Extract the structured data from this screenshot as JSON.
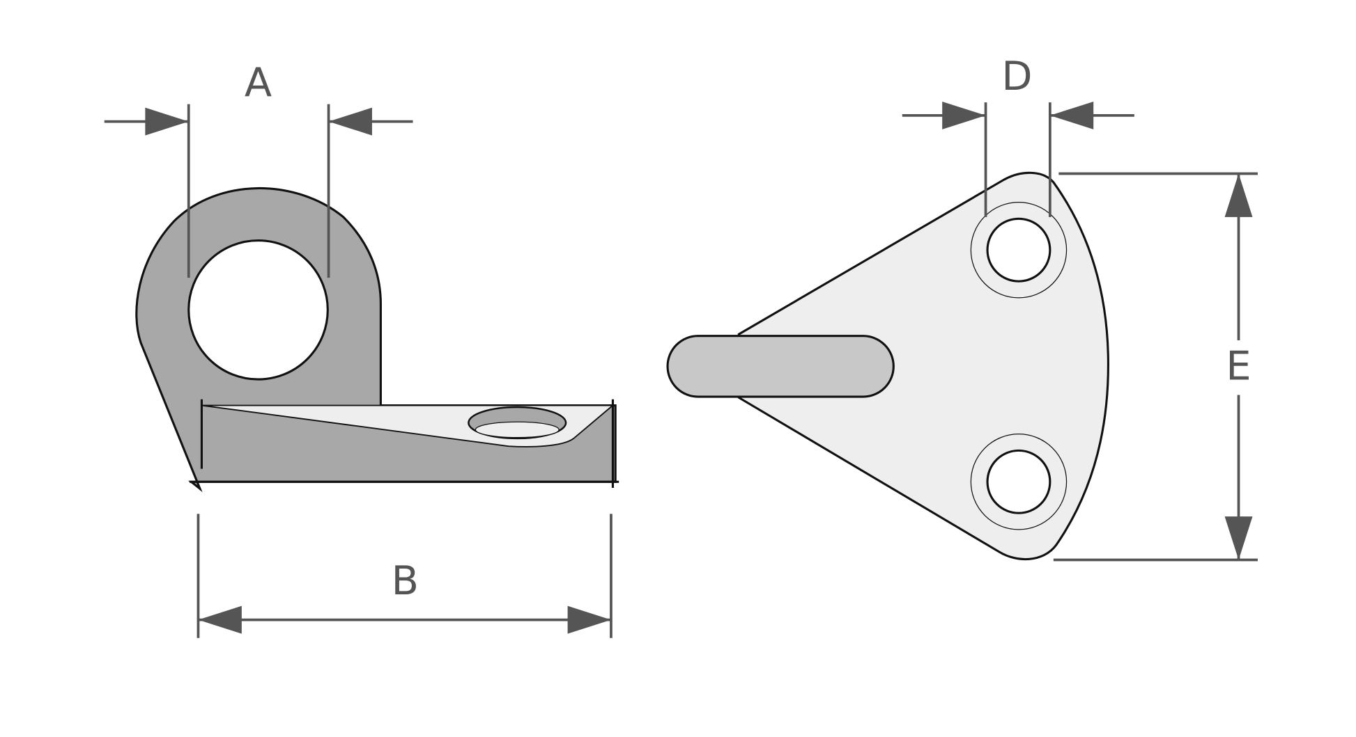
{
  "diagram": {
    "labels": {
      "a": "A",
      "b": "B",
      "d": "D",
      "e": "E"
    },
    "colors": {
      "part_dark": "#a8a8a8",
      "part_light": "#eeeeee",
      "tab": "#c8c8c8",
      "dimension": "#555555"
    }
  }
}
